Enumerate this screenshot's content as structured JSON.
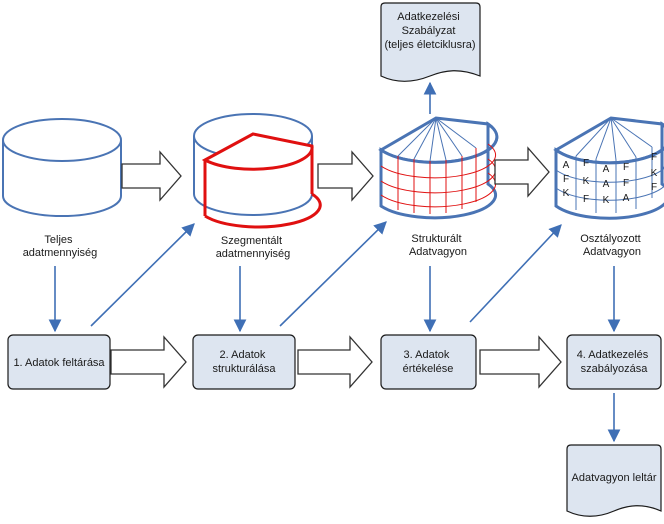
{
  "colors": {
    "blue_outline": "#4a74b4",
    "red_outline": "#e01010",
    "box_fill": "#dde5f0",
    "box_border": "#1a1a1a",
    "arrow_blue": "#3f6fb5"
  },
  "stores": {
    "teljes": [
      "Teljes",
      "adatmennyiség"
    ],
    "szegmentalt": [
      "Szegmentált",
      "adatmennyiség"
    ],
    "strukturalt": [
      "Strukturált",
      "Adatvagyon"
    ],
    "osztalyozott": [
      "Osztályozott",
      "Adatvagyon"
    ]
  },
  "classification_grid": {
    "row1": [
      "A",
      "F",
      "A",
      "F",
      "F"
    ],
    "row2": [
      "F",
      "K",
      "A",
      "F",
      "K"
    ],
    "row3": [
      "K",
      "F",
      "K",
      "A",
      "F"
    ]
  },
  "process": {
    "step1": [
      "1. Adatok feltárása"
    ],
    "step2": [
      "2. Adatok",
      "strukturálása"
    ],
    "step3": [
      "3. Adatok",
      "értékelése"
    ],
    "step4": [
      "4. Adatkezelés",
      "szabályozása"
    ]
  },
  "documents": {
    "policy": [
      "Adatkezelési",
      "Szabályzat",
      "(teljes életciklusra)"
    ],
    "inventory": [
      "Adatvagyon leltár"
    ]
  },
  "icons": {
    "process_arrow": "block-arrow-right-icon",
    "flow_arrow": "blue-arrow-icon",
    "database": "cylinder-icon",
    "document": "document-icon"
  }
}
